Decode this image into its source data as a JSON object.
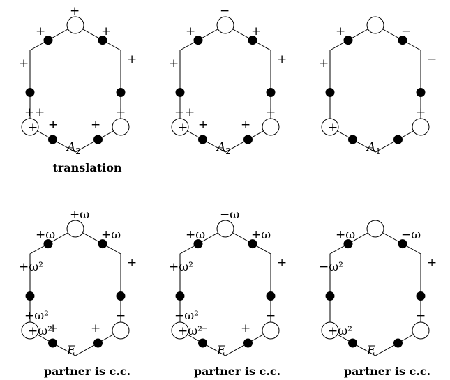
{
  "diagrams": [
    {
      "irrep": "A",
      "irrep_sub": "2",
      "caption": "translation",
      "labels": [
        "+",
        "+",
        "+",
        "+",
        "+",
        "+",
        "+",
        "+",
        "+",
        "+",
        "+",
        "+"
      ]
    },
    {
      "irrep": "A",
      "irrep_sub": "2",
      "caption": "",
      "labels": [
        "−",
        "+",
        "+",
        "+",
        "−",
        "+",
        "+",
        "+",
        "−",
        "+",
        "+",
        "+"
      ]
    },
    {
      "irrep": "A",
      "irrep_sub": "1",
      "caption": "",
      "labels": [
        "",
        "+",
        "−",
        "+",
        "",
        "+",
        "−",
        "+",
        "",
        "",
        "",
        ""
      ]
    },
    {
      "irrep": "E",
      "irrep_sub": "",
      "caption": "partner is c.c.",
      "labels": [
        "+ω",
        "+ω",
        "+ω",
        "+ω²",
        "+ω²",
        "+ω²",
        "+",
        "+",
        "+",
        "+",
        "",
        ""
      ]
    },
    {
      "irrep": "E",
      "irrep_sub": "",
      "caption": "partner is c.c.",
      "labels": [
        "−ω",
        "+ω",
        "+ω",
        "+ω²",
        "−ω²",
        "+ω²",
        "+",
        "+",
        "−",
        "+",
        "",
        ""
      ]
    },
    {
      "irrep": "E",
      "irrep_sub": "",
      "caption": "partner is c.c.",
      "labels": [
        "",
        "+ω",
        "−ω",
        "−ω²",
        "",
        "+ω²",
        "+",
        "−",
        "",
        "",
        "",
        ""
      ]
    }
  ]
}
